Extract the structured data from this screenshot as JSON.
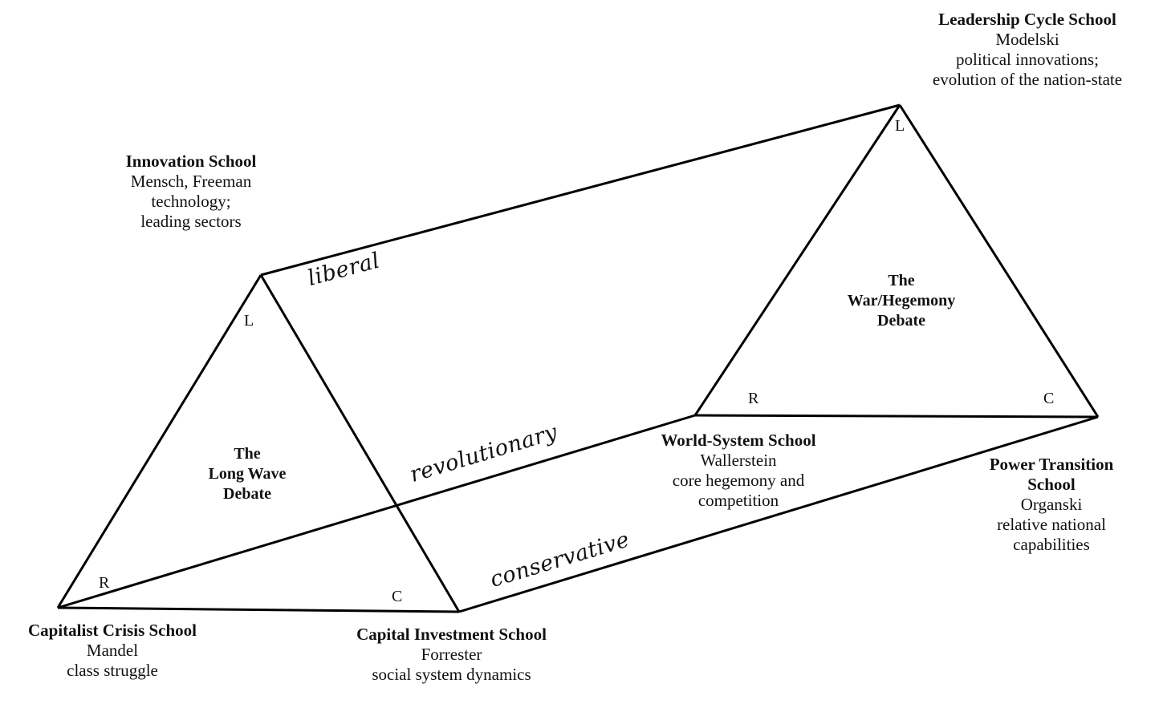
{
  "diagram": {
    "type": "triangular-prism",
    "line_color": "#000000",
    "background": "#ffffff"
  },
  "schools": {
    "leadership_cycle": {
      "title": "Leadership Cycle School",
      "author": "Modelski",
      "focus_lines": [
        "political innovations;",
        "evolution of the nation-state"
      ]
    },
    "innovation": {
      "title": "Innovation School",
      "author": "Mensch, Freeman",
      "focus_lines": [
        "technology;",
        "leading sectors"
      ]
    },
    "world_system": {
      "title": "World-System School",
      "author": "Wallerstein",
      "focus_lines": [
        "core hegemony and",
        "competition"
      ]
    },
    "power_transition": {
      "title_lines": [
        "Power Transition",
        "School"
      ],
      "author": "Organski",
      "focus_lines": [
        "relative national",
        "capabilities"
      ]
    },
    "capitalist_crisis": {
      "title": "Capitalist Crisis School",
      "author": "Mandel",
      "focus_lines": [
        "class struggle"
      ]
    },
    "capital_investment": {
      "title": "Capital Investment School",
      "author": "Forrester",
      "focus_lines": [
        "social system dynamics"
      ]
    }
  },
  "debates": {
    "long_wave": [
      "The",
      "Long Wave",
      "Debate"
    ],
    "war_hegemony": [
      "The",
      "War/Hegemony",
      "Debate"
    ]
  },
  "vertex_labels": {
    "front": {
      "L": "L",
      "R": "R",
      "C": "C"
    },
    "back": {
      "L": "L",
      "R": "R",
      "C": "C"
    }
  },
  "edge_labels": {
    "liberal": "liberal",
    "revolutionary": "revolutionary",
    "conservative": "conservative"
  }
}
